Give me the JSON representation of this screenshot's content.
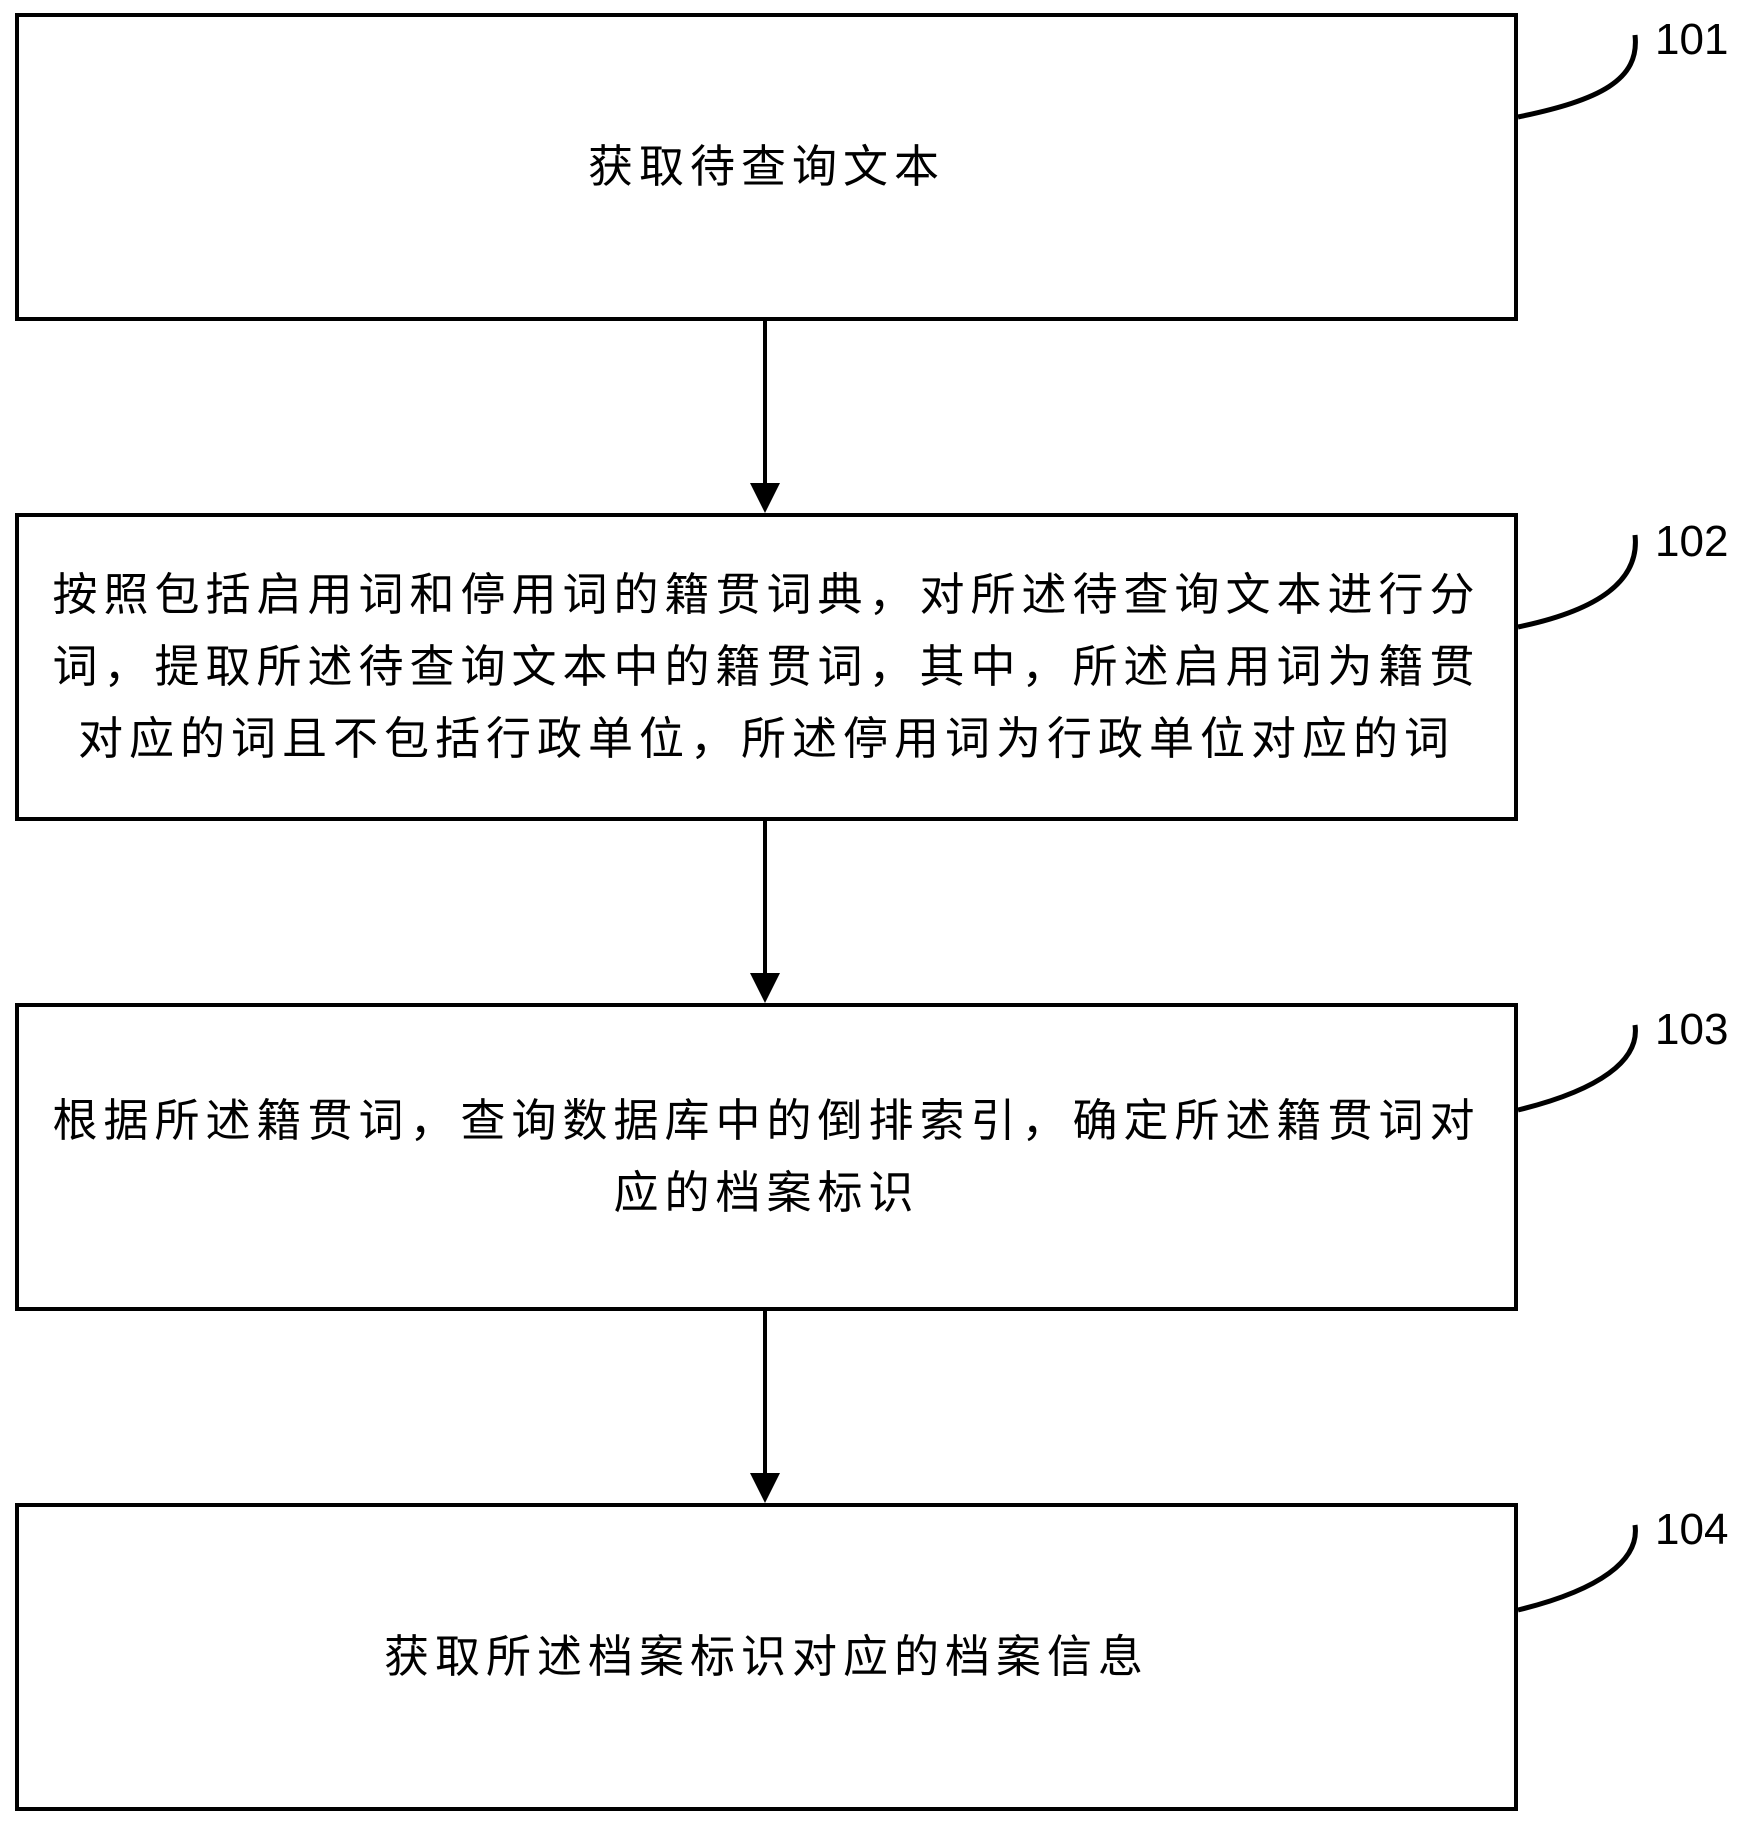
{
  "diagram": {
    "type": "flowchart",
    "direction": "top-to-bottom",
    "steps": [
      {
        "ref": "101",
        "text": "获取待查询文本"
      },
      {
        "ref": "102",
        "text": "按照包括启用词和停用词的籍贯词典，对所述待查询文本进行分词，提取所述待查询文本中的籍贯词，其中，所述启用词为籍贯对应的词且不包括行政单位，所述停用词为行政单位对应的词"
      },
      {
        "ref": "103",
        "text": "根据所述籍贯词，查询数据库中的倒排索引，确定所述籍贯词对应的档案标识"
      },
      {
        "ref": "104",
        "text": "获取所述档案标识对应的档案信息"
      }
    ],
    "connections": [
      {
        "from": "101",
        "to": "102"
      },
      {
        "from": "102",
        "to": "103"
      },
      {
        "from": "103",
        "to": "104"
      }
    ],
    "colors": {
      "stroke": "#000000",
      "background": "#ffffff"
    }
  }
}
